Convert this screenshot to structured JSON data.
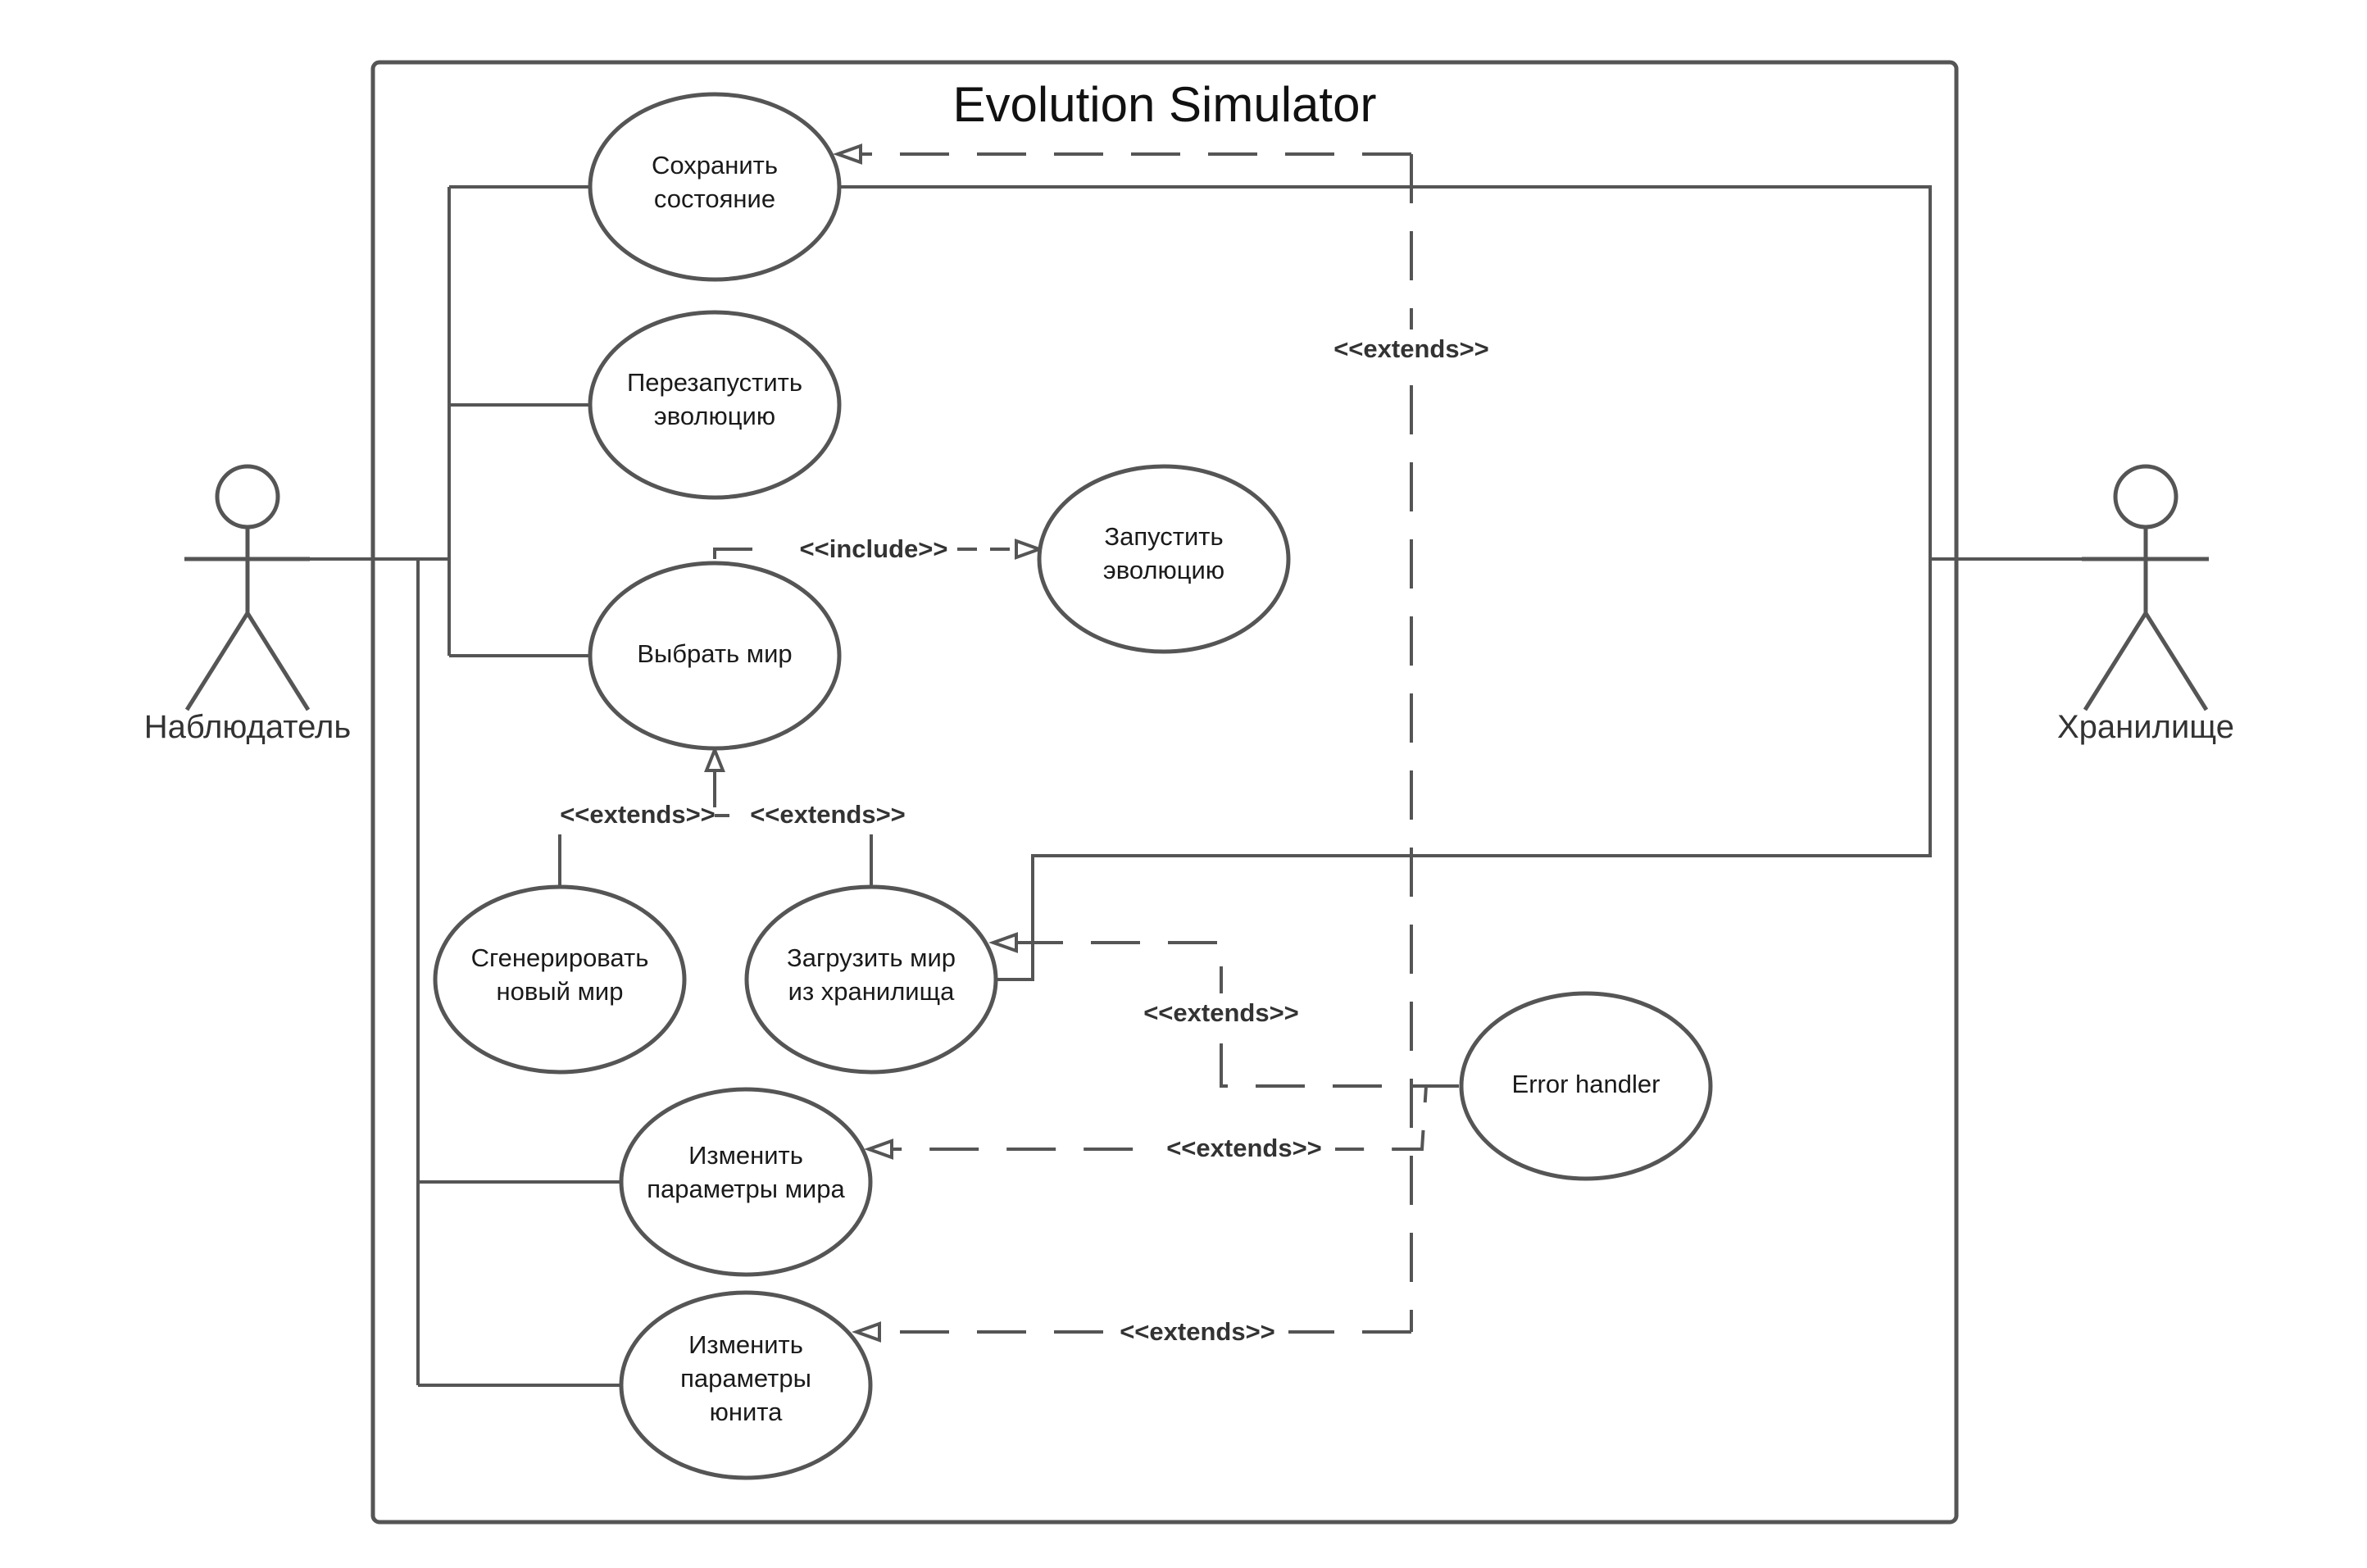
{
  "title": "Evolution Simulator",
  "actors": {
    "observer": "Наблюдатель",
    "storage": "Хранилище"
  },
  "use_cases": {
    "save_state": [
      "Сохранить",
      "состояние"
    ],
    "restart_evolution": [
      "Перезапустить",
      "эволюцию"
    ],
    "choose_world": [
      "Выбрать мир"
    ],
    "start_evolution": [
      "Запустить",
      "эволюцию"
    ],
    "generate_world": [
      "Сгенерировать",
      "новый мир"
    ],
    "load_world": [
      "Загрузить мир",
      "из хранилища"
    ],
    "change_world_params": [
      "Изменить",
      "параметры мира"
    ],
    "change_unit_params": [
      "Изменить",
      "параметры",
      "юнита"
    ],
    "error_handler": [
      "Error handler"
    ]
  },
  "stereotypes": {
    "include": "<<include>>",
    "extends_save": "<<extends>>",
    "extends_generate": "<<extends>>",
    "extends_load": "<<extends>>",
    "extends_error_load": "<<extends>>",
    "extends_error_world": "<<extends>>",
    "extends_error_unit": "<<extends>>"
  },
  "colors": {
    "stroke": "#555555",
    "text": "#1a1a1a",
    "background": "#ffffff"
  }
}
